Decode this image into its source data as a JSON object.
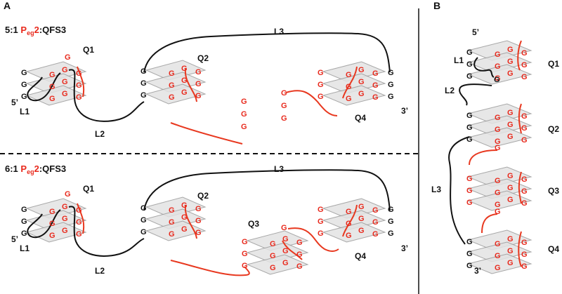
{
  "colors": {
    "accent_red": "#e8291c",
    "line_red": "#e8381f",
    "black": "#111111",
    "plane": "#e3e3e3"
  },
  "panel_a": {
    "label": "A",
    "top": {
      "title_prefix": "5:1 ",
      "title_peg": "P",
      "title_sub": "eg",
      "title_num": "2",
      "title_suffix": ":QFS3",
      "q1": "Q1",
      "q2": "Q2",
      "q4": "Q4",
      "l1": "L1",
      "l2": "L2",
      "l3": "L3",
      "five_prime": "5’",
      "three_prime": "3’"
    },
    "bottom": {
      "title_prefix": "6:1 ",
      "title_peg": "P",
      "title_sub": "eg",
      "title_num": "2",
      "title_suffix": ":QFS3",
      "q1": "Q1",
      "q2": "Q2",
      "q3": "Q3",
      "q4": "Q4",
      "l1": "L1",
      "l2": "L2",
      "l3": "L3",
      "five_prime": "5’",
      "three_prime": "3’"
    }
  },
  "panel_b": {
    "label": "B",
    "q1": "Q1",
    "q2": "Q2",
    "q3": "Q3",
    "q4": "Q4",
    "l1": "L1",
    "l2": "L2",
    "l3": "L3",
    "five_prime": "5’",
    "three_prime": "3’"
  },
  "base": "G"
}
